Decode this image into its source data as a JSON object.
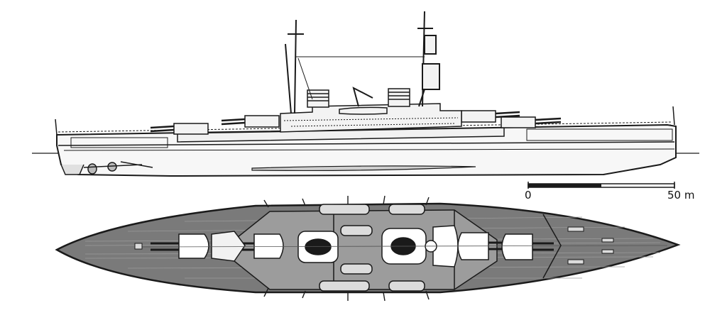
{
  "figure": {
    "type": "ship-plan",
    "views": [
      "side-elevation",
      "deck-plan"
    ],
    "colors": {
      "ink": "#1a1a1a",
      "deck": "#7a7a7a",
      "hull": "#f7f7f7",
      "background": "#ffffff"
    }
  },
  "scale_bar": {
    "start_label": "0",
    "end_label": "50 m"
  }
}
